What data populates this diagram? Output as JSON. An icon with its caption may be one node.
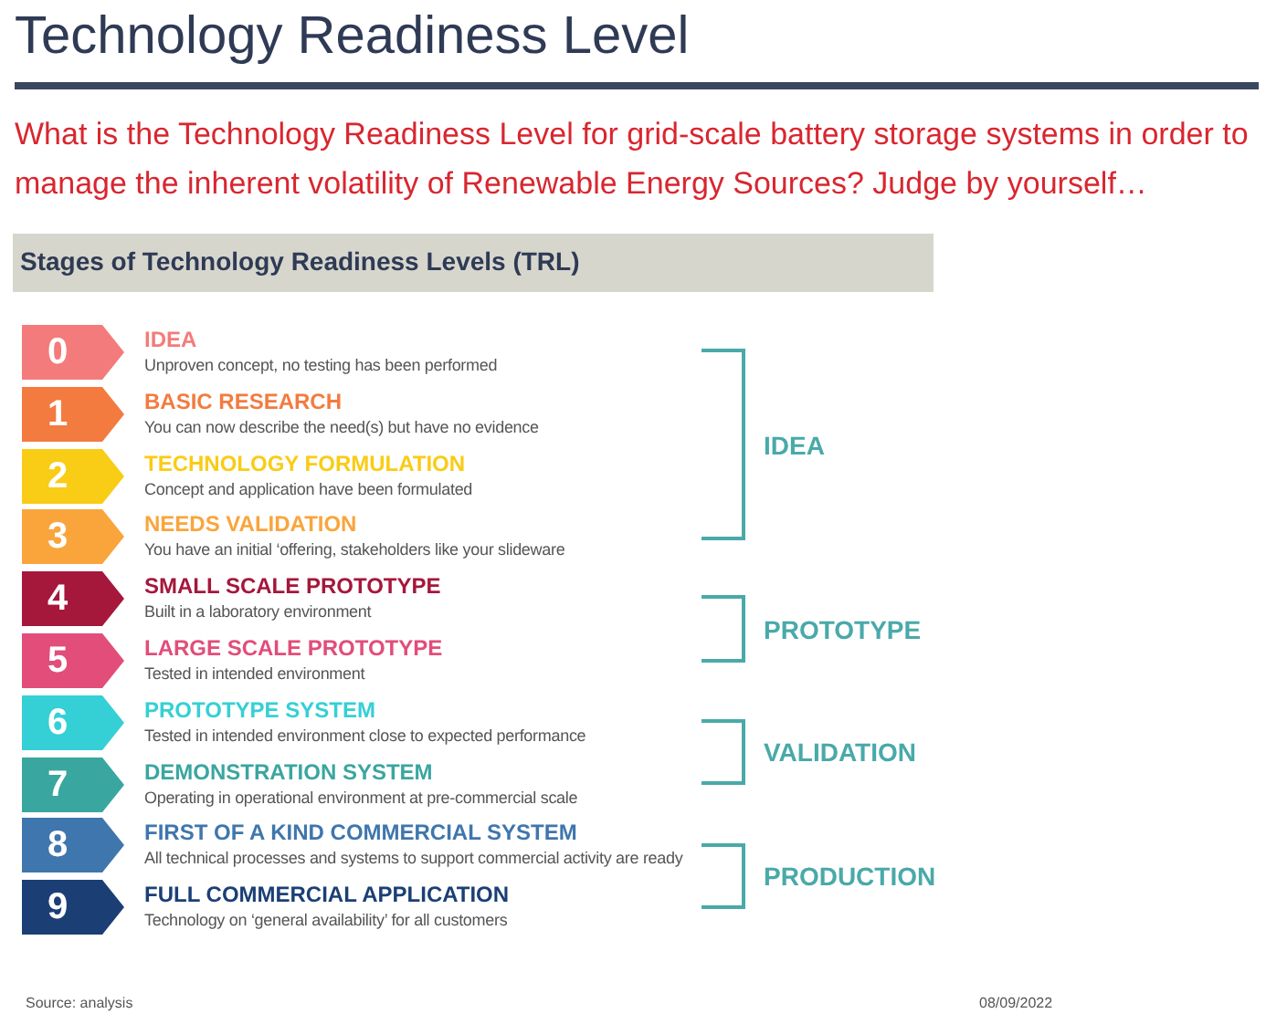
{
  "diagram": {
    "title": "Technology Readiness Level",
    "nodes": [
      {
        "text": [
          "Stages of Technology Readiness Levels (TRL)"
        ]
      },
      {
        "text": [
          "0"
        ],
        "beside": [
          "IDEA",
          "Unproven concept, no testing has been performed"
        ]
      },
      {
        "text": [
          "1"
        ],
        "beside": [
          "BASIC RESEARCH",
          "You can now describe the need(s) but have no evidence"
        ]
      },
      {
        "text": [
          "2"
        ],
        "beside": [
          "TECHNOLOGY FORMULATION",
          "Concept and application have been formulated"
        ]
      },
      {
        "text": [
          "3"
        ],
        "beside": [
          "NEEDS VALIDATION",
          "You have an initial ‘offering, stakeholders like your slideware"
        ]
      },
      {
        "text": [
          "4"
        ],
        "beside": [
          "SMALL SCALE PROTOTYPE",
          "Built in a laboratory environment"
        ]
      },
      {
        "text": [
          "5"
        ],
        "beside": [
          "LARGE SCALE PROTOTYPE",
          "Tested in intended environment"
        ]
      },
      {
        "text": [
          "6"
        ],
        "beside": [
          "PROTOTYPE SYSTEM",
          "Tested in intended environment close to expected performance"
        ]
      },
      {
        "text": [
          "7"
        ],
        "beside": [
          "DEMONSTRATION SYSTEM",
          "Operating in operational environment at pre-commercial scale"
        ]
      },
      {
        "text": [
          "8"
        ],
        "beside": [
          "FIRST OF A KIND COMMERCIAL SYSTEM",
          "All technical processes and systems to support commercial activity are ready"
        ]
      },
      {
        "text": [
          "9"
        ],
        "beside": [
          "FULL COMMERCIAL APPLICATION",
          "Technology on ‘general availability’ for all customers"
        ]
      }
    ],
    "labels": [
      "What is the Technology Readiness Level for grid-scale battery storage systems in order to manage the inherent volatility of Renewable Energy Sources? Judge by yourself…",
      "IDEA",
      "PROTOTYPE",
      "VALIDATION",
      "PRODUCTION",
      "Source: analysis",
      "08/09/2022"
    ]
  }
}
